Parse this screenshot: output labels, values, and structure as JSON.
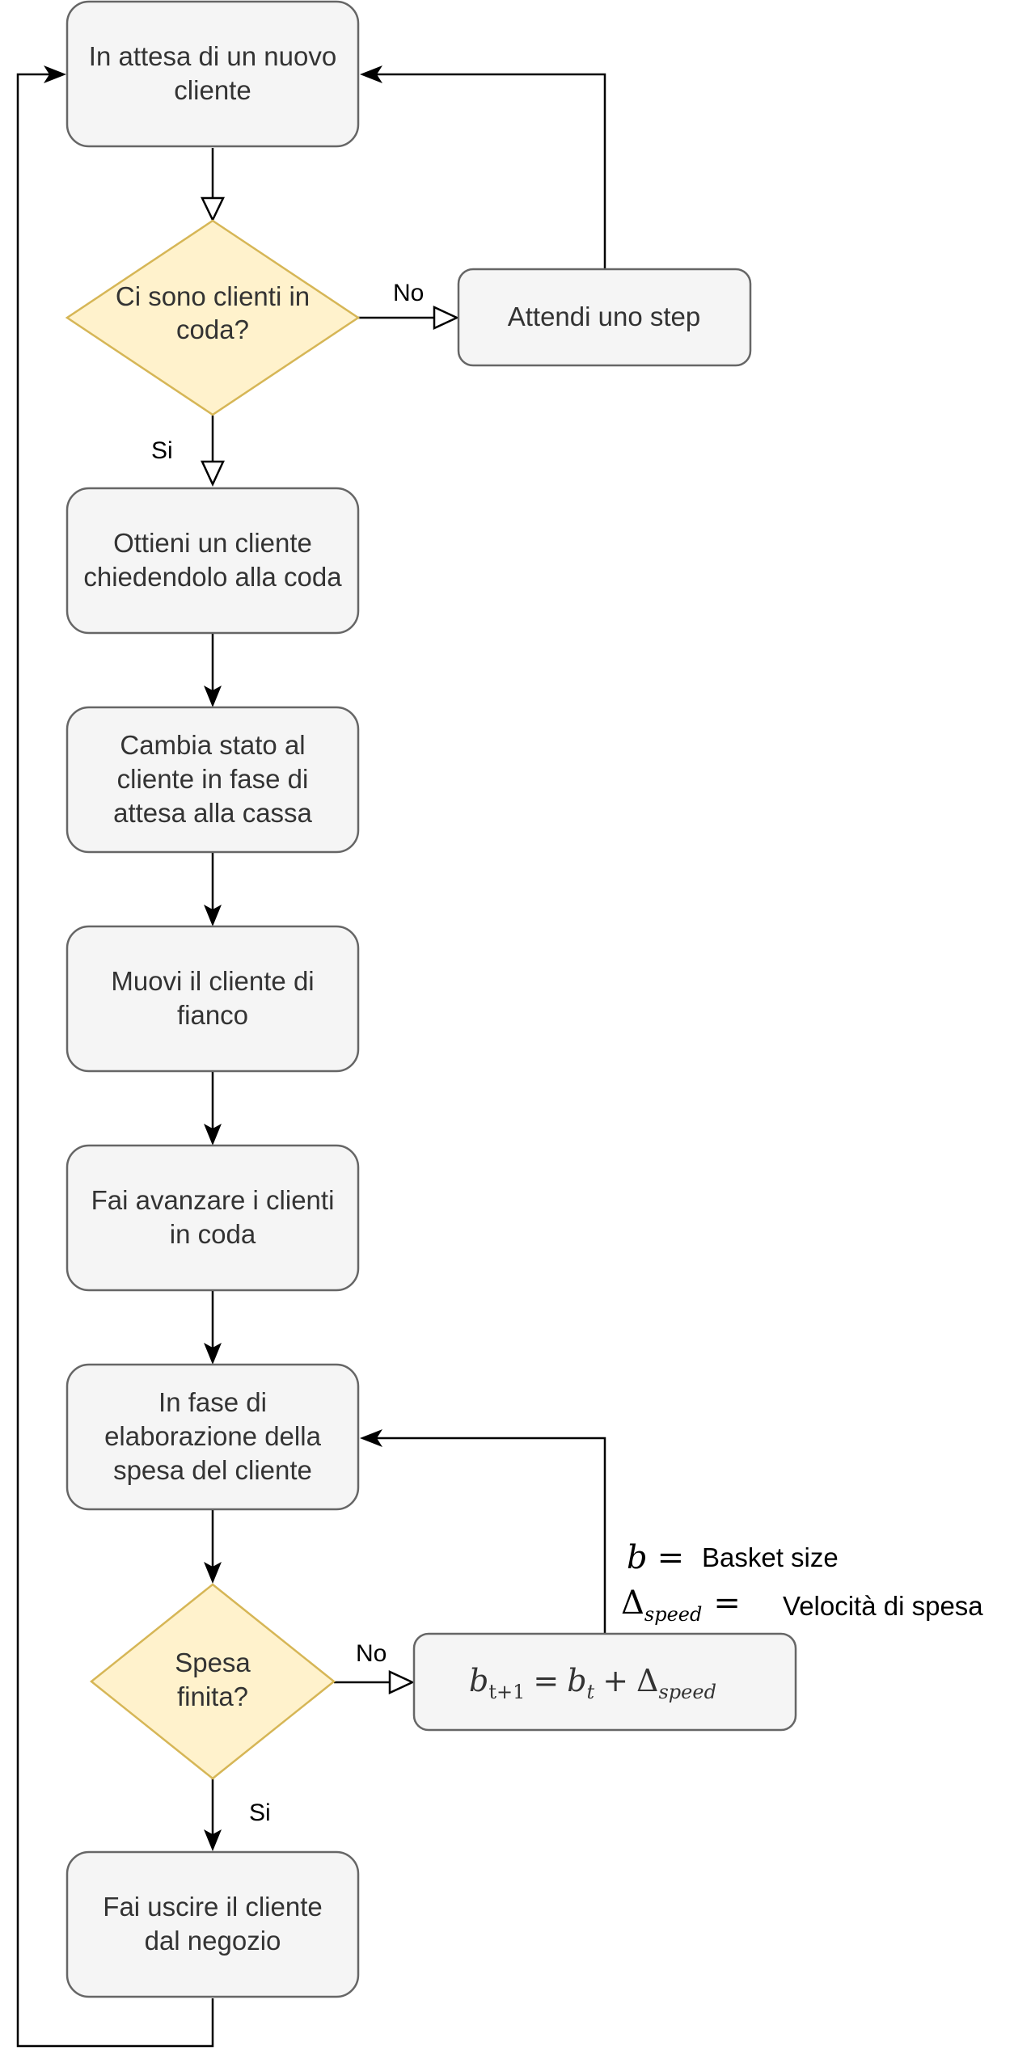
{
  "nodes": {
    "wait_new_customer": [
      "In attesa di un nuovo",
      "cliente"
    ],
    "queue_check": [
      "Ci sono clienti in",
      "coda?"
    ],
    "wait_step": [
      "Attendi uno step"
    ],
    "get_customer": [
      "Ottieni un cliente",
      "chiedendolo alla coda"
    ],
    "change_state": [
      "Cambia stato al",
      "cliente in fase di",
      "attesa alla cassa"
    ],
    "move_customer": [
      "Muovi il cliente di",
      "fianco"
    ],
    "advance_queue": [
      "Fai avanzare i clienti",
      "in coda"
    ],
    "processing": [
      "In fase di",
      "elaborazione della",
      "spesa del cliente"
    ],
    "spending_done": [
      "Spesa",
      "finita?"
    ],
    "exit_customer": [
      "Fai uscire il cliente",
      "dal negozio"
    ]
  },
  "edge_labels": {
    "queue_no": "No",
    "queue_yes": "Si",
    "spending_no": "No",
    "spending_yes": "Si"
  },
  "formula": {
    "b_var": "b",
    "t_plus_1": "t+1",
    "t": "t",
    "delta": "Δ",
    "speed": "speed",
    "equals": "=",
    "plus": "+"
  },
  "legend": {
    "basket_label": "Basket size",
    "speed_label": "Velocità di spesa"
  },
  "colors": {
    "process_fill": "#f5f5f5",
    "process_stroke": "#666666",
    "decision_fill": "#fff2cc",
    "decision_stroke": "#d6b656",
    "edge": "#000000"
  }
}
